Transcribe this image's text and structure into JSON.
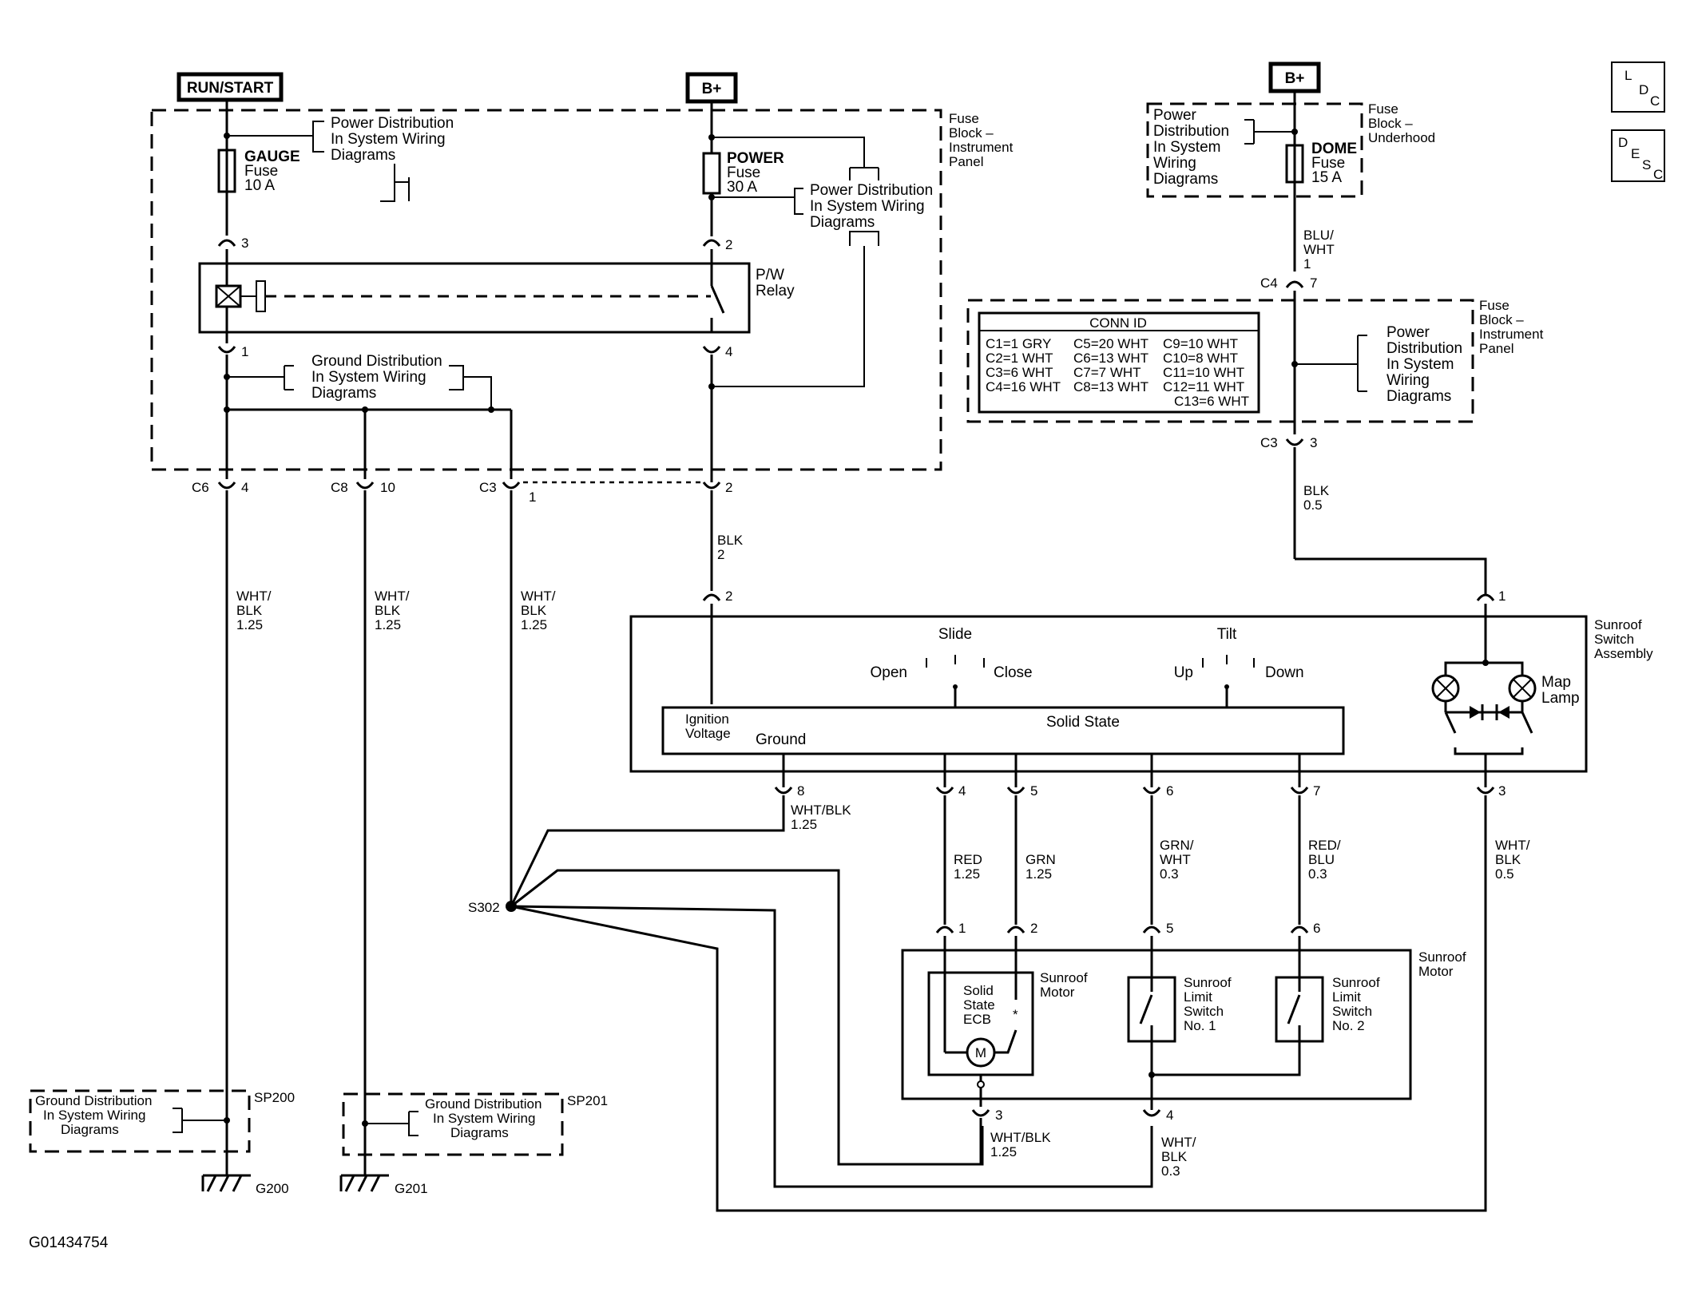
{
  "sources": {
    "run_start": "RUN/START",
    "b_plus_ip": "B+",
    "b_plus_uh": "B+"
  },
  "doc_icons": {
    "ldc": [
      "L",
      "D",
      "C"
    ],
    "desc": [
      "D",
      "E",
      "S",
      "C"
    ]
  },
  "fuse_block_ip": {
    "title": [
      "Fuse",
      "Block –",
      "Instrument",
      "Panel"
    ]
  },
  "fuse_block_uh": {
    "title": [
      "Fuse",
      "Block –",
      "Underhood"
    ]
  },
  "fuse_block_ip2": {
    "title": [
      "Fuse",
      "Block –",
      "Instrument",
      "Panel"
    ]
  },
  "gauge_fuse": [
    "GAUGE",
    "Fuse",
    "10 A"
  ],
  "power_fuse": [
    "POWER",
    "Fuse",
    "30 A"
  ],
  "dome_fuse": [
    "DOME",
    "Fuse",
    "15 A"
  ],
  "power_dist_1": [
    "Power Distribution",
    "In System Wiring",
    "Diagrams"
  ],
  "power_dist_2": [
    "Power Distribution",
    "In System Wiring",
    "Diagrams"
  ],
  "power_dist_3": [
    "Power",
    "Distribution",
    "In System",
    "Wiring",
    "Diagrams"
  ],
  "power_dist_4": [
    "Power",
    "Distribution",
    "In System",
    "Wiring",
    "Diagrams"
  ],
  "ground_dist_1": [
    "Ground Distribution",
    "In System Wiring",
    "Diagrams"
  ],
  "ground_dist_2": [
    "Ground Distribution",
    "In System Wiring",
    "Diagrams"
  ],
  "ground_dist_3": [
    "Ground Distribution",
    "In System Wiring",
    "Diagrams"
  ],
  "relay": {
    "label": [
      "P/W",
      "Relay"
    ],
    "pin_3": "3",
    "pin_1": "1",
    "pin_2": "2",
    "pin_4": "4"
  },
  "connectors": {
    "c6": "C6",
    "c6_pin": "4",
    "c8": "C8",
    "c8_pin": "10",
    "c3a": "C3",
    "c3a_pin": "1",
    "c3b_pin": "2",
    "c4": "C4",
    "c4_pin": "7",
    "c3c": "C3",
    "c3c_pin": "3"
  },
  "conn_id": {
    "title": "CONN ID",
    "col1": [
      "C1=1 GRY",
      "C2=1 WHT",
      "C3=6 WHT",
      "C4=16 WHT"
    ],
    "col2": [
      "C5=20 WHT",
      "C6=13 WHT",
      "C7=7 WHT",
      "C8=13 WHT"
    ],
    "col3": [
      "C9=10 WHT",
      "C10=8 WHT",
      "C11=10 WHT",
      "C12=11 WHT",
      "C13=6 WHT"
    ]
  },
  "wires": {
    "wht_blk_a": [
      "WHT/",
      "BLK",
      "1.25"
    ],
    "wht_blk_b": [
      "WHT/",
      "BLK",
      "1.25"
    ],
    "wht_blk_c": [
      "WHT/",
      "BLK",
      "1.25"
    ],
    "blk_2": [
      "BLK",
      "2"
    ],
    "blu_wht": [
      "BLU/",
      "WHT",
      "1"
    ],
    "blk_05": [
      "BLK",
      "0.5"
    ],
    "wht_blk_sw": [
      "WHT/BLK",
      "1.25"
    ],
    "red": [
      "RED",
      "1.25"
    ],
    "grn": [
      "GRN",
      "1.25"
    ],
    "grn_wht": [
      "GRN/",
      "WHT",
      "0.3"
    ],
    "red_blu": [
      "RED/",
      "BLU",
      "0.3"
    ],
    "wht_blk_lamp": [
      "WHT/",
      "BLK",
      "0.5"
    ],
    "wht_blk_m3": [
      "WHT/BLK",
      "1.25"
    ],
    "wht_blk_m4": [
      "WHT/",
      "BLK",
      "0.3"
    ]
  },
  "switch_assembly": {
    "title": [
      "Sunroof",
      "Switch",
      "Assembly"
    ],
    "slide": "Slide",
    "open": "Open",
    "close": "Close",
    "tilt": "Tilt",
    "up": "Up",
    "down": "Down",
    "ignition": [
      "Ignition",
      "Voltage"
    ],
    "ground": "Ground",
    "solid_state": "Solid State",
    "map_lamp": [
      "Map",
      "Lamp"
    ],
    "pins": {
      "p1": "1",
      "p2": "2",
      "p3": "3",
      "p4": "4",
      "p5": "5",
      "p6": "6",
      "p7": "7",
      "p8": "8"
    }
  },
  "motor_assembly": {
    "title": [
      "Sunroof",
      "Motor"
    ],
    "motor": [
      "Sunroof",
      "Motor"
    ],
    "ecb": [
      "Solid",
      "State",
      "ECB"
    ],
    "m": "M",
    "limit1": [
      "Sunroof",
      "Limit",
      "Switch",
      "No. 1"
    ],
    "limit2": [
      "Sunroof",
      "Limit",
      "Switch",
      "No. 2"
    ],
    "pins": {
      "p1": "1",
      "p2": "2",
      "p3": "3",
      "p4": "4",
      "p5": "5",
      "p6": "6"
    }
  },
  "splices": {
    "s302": "S302",
    "sp200": "SP200",
    "sp201": "SP201"
  },
  "grounds": {
    "g200": "G200",
    "g201": "G201"
  },
  "figure_id": "G01434754"
}
